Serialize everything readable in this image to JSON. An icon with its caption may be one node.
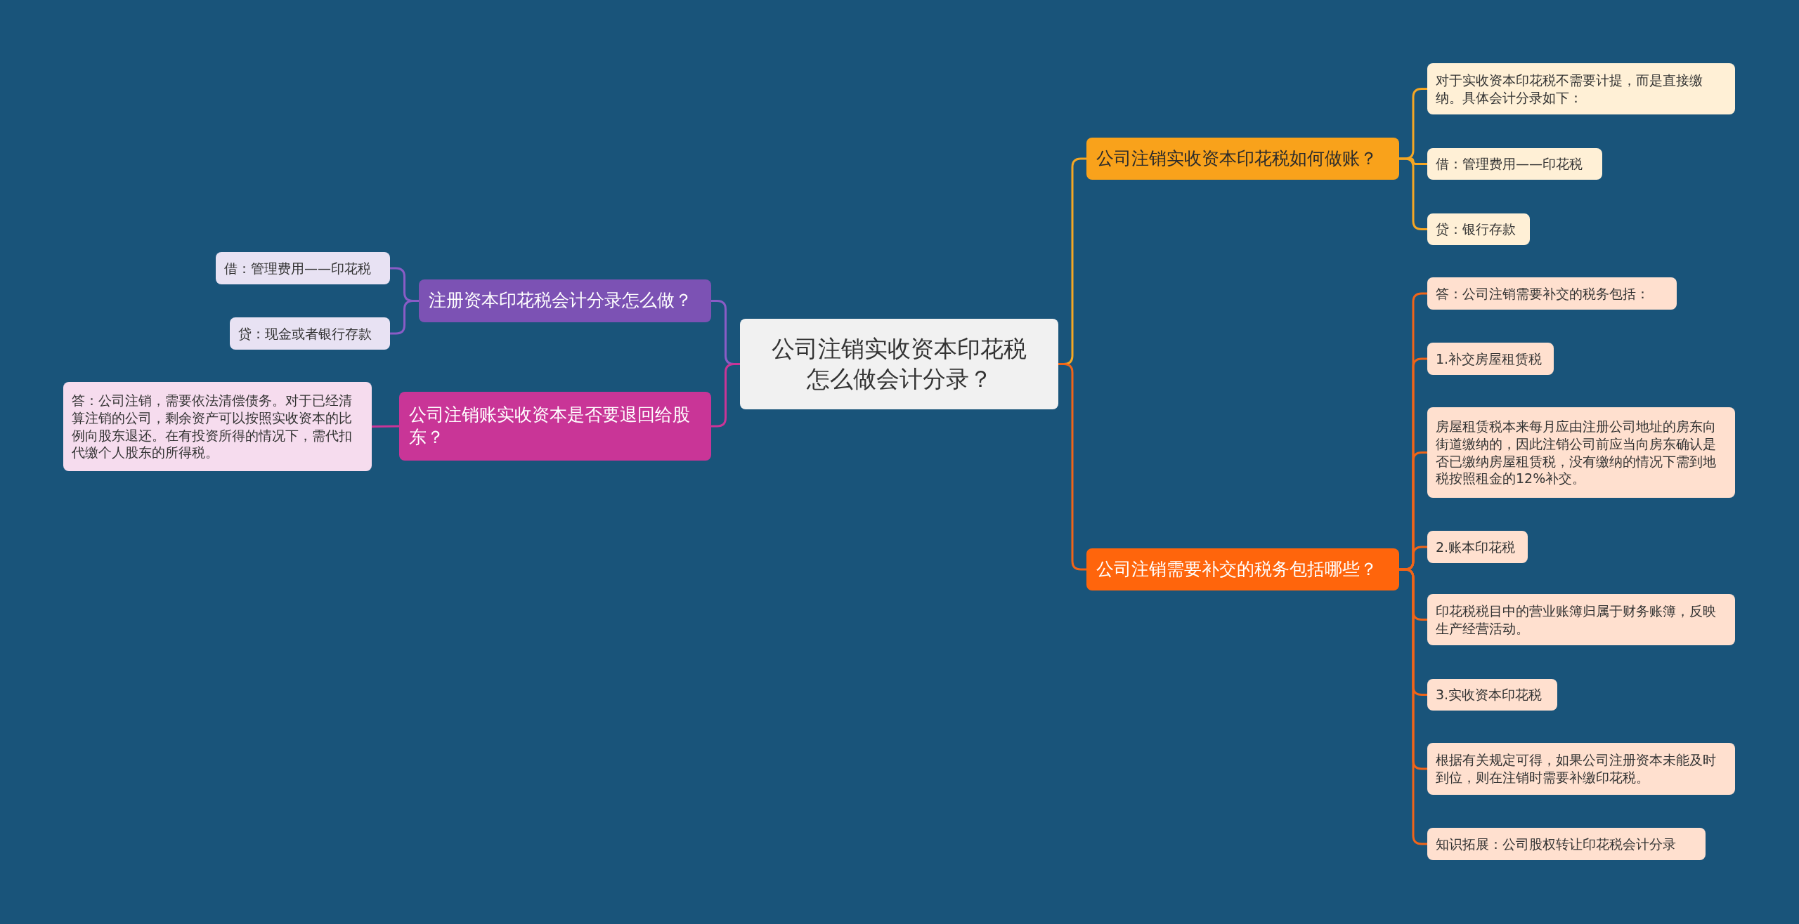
{
  "diagram": {
    "nodes": [
      {
        "text": [
          "公司注销实收资本印花税怎么做会计分录？"
        ]
      },
      {
        "text": [
          "公司注销实收资本印花税如何做账？"
        ]
      },
      {
        "text": [
          "对于实收资本印花税不需要计提，而是直接缴纳。具体会计分录如下："
        ]
      },
      {
        "text": [
          "借：管理费用——印花税"
        ]
      },
      {
        "text": [
          "贷：银行存款"
        ]
      },
      {
        "text": [
          "公司注销需要补交的税务包括哪些？"
        ]
      },
      {
        "text": [
          "答：公司注销需要补交的税务包括："
        ]
      },
      {
        "text": [
          "1.补交房屋租赁税"
        ]
      },
      {
        "text": [
          "房屋租赁税本来每月应由注册公司地址的房东向街道缴纳的，因此注销公司前应当向房东确认是否已缴纳房屋租赁税，没有缴纳的情况下需到地税按照租金的12%补交。"
        ]
      },
      {
        "text": [
          "2.账本印花税"
        ]
      },
      {
        "text": [
          "印花税税目中的营业账簿归属于财务账簿，反映生产经营活动。"
        ]
      },
      {
        "text": [
          "3.实收资本印花税"
        ]
      },
      {
        "text": [
          "根据有关规定可得，如果公司注册资本未能及时到位，则在注销时需要补缴印花税。"
        ]
      },
      {
        "text": [
          "知识拓展：公司股权转让印花税会计分录"
        ]
      },
      {
        "text": [
          "注册资本印花税会计分录怎么做？"
        ]
      },
      {
        "text": [
          "借：管理费用——印花税"
        ]
      },
      {
        "text": [
          "贷：现金或者银行存款"
        ]
      },
      {
        "text": [
          "公司注销账实收资本是否要退回给股东？"
        ]
      },
      {
        "text": [
          "答：公司注销，需要依法清偿债务。对于已经清算注销的公司，剩余资产可以按照实收资本的比例向股东退还。在有投资所得的情况下，需代扣代缴个人股东的所得税。"
        ]
      }
    ],
    "edges": [
      {
        "from": 0,
        "to": 1,
        "arrow": "none",
        "color": "#f5a623"
      },
      {
        "from": 1,
        "to": 2,
        "arrow": "none",
        "color": "#f5a623"
      },
      {
        "from": 1,
        "to": 3,
        "arrow": "none",
        "color": "#f5a623"
      },
      {
        "from": 1,
        "to": 4,
        "arrow": "none",
        "color": "#f5a623"
      },
      {
        "from": 0,
        "to": 5,
        "arrow": "none",
        "color": "#f06418"
      },
      {
        "from": 5,
        "to": 6,
        "arrow": "none",
        "color": "#f06418"
      },
      {
        "from": 5,
        "to": 7,
        "arrow": "none",
        "color": "#f06418"
      },
      {
        "from": 5,
        "to": 8,
        "arrow": "none",
        "color": "#f06418"
      },
      {
        "from": 5,
        "to": 9,
        "arrow": "none",
        "color": "#f06418"
      },
      {
        "from": 5,
        "to": 10,
        "arrow": "none",
        "color": "#f06418"
      },
      {
        "from": 5,
        "to": 11,
        "arrow": "none",
        "color": "#f06418"
      },
      {
        "from": 5,
        "to": 12,
        "arrow": "none",
        "color": "#f06418"
      },
      {
        "from": 5,
        "to": 13,
        "arrow": "none",
        "color": "#f06418"
      },
      {
        "from": 0,
        "to": 14,
        "arrow": "none",
        "color": "#8a5cc6"
      },
      {
        "from": 14,
        "to": 15,
        "arrow": "none",
        "color": "#8a5cc6"
      },
      {
        "from": 14,
        "to": 16,
        "arrow": "none",
        "color": "#8a5cc6"
      },
      {
        "from": 0,
        "to": 17,
        "arrow": "none",
        "color": "#c93597"
      },
      {
        "from": 17,
        "to": 18,
        "arrow": "none",
        "color": "#c93597"
      }
    ]
  }
}
